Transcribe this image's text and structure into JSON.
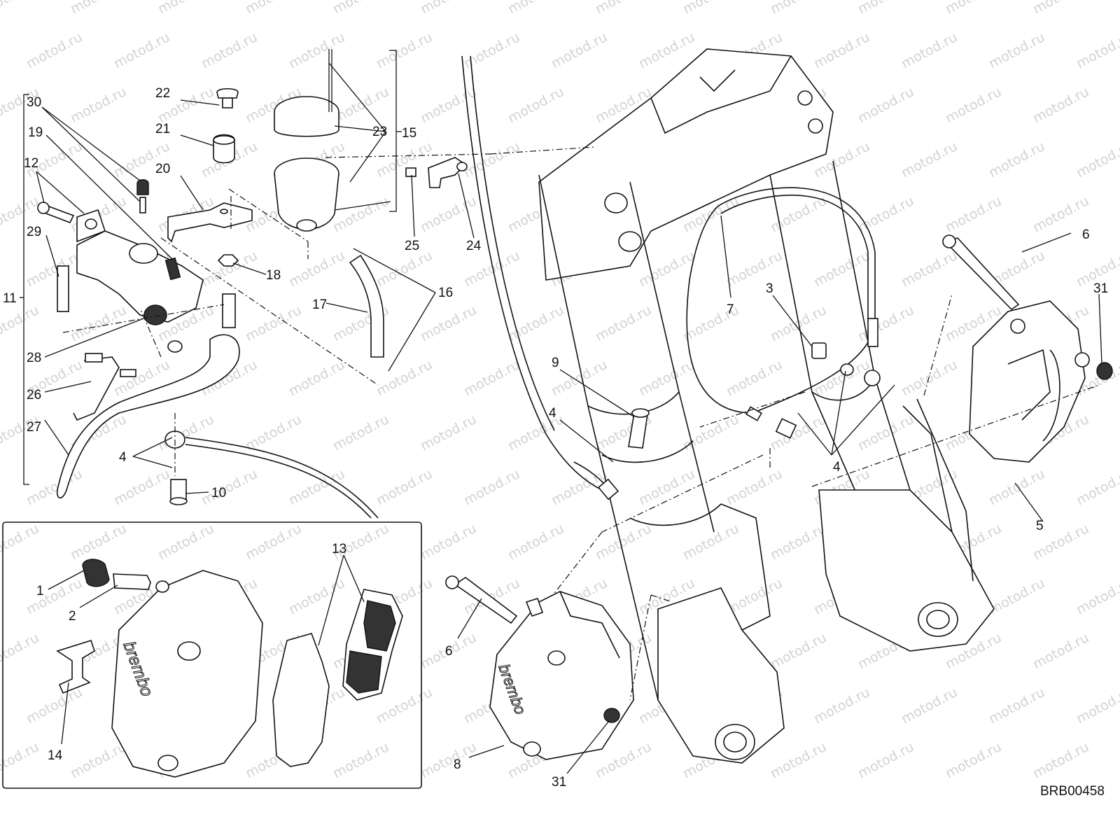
{
  "watermark": "motod.ru",
  "drawing_code": "BRB00458",
  "callouts": {
    "c1": "1",
    "c2": "2",
    "c3": "3",
    "c4a": "4",
    "c4b": "4",
    "c4c": "4",
    "c5": "5",
    "c6a": "6",
    "c6b": "6",
    "c7": "7",
    "c8": "8",
    "c9": "9",
    "c10": "10",
    "c11": "11",
    "c12": "12",
    "c13": "13",
    "c14": "14",
    "c15": "15",
    "c16": "16",
    "c17": "17",
    "c18": "18",
    "c19": "19",
    "c20": "20",
    "c21": "21",
    "c22": "22",
    "c23": "23",
    "c24": "24",
    "c25": "25",
    "c26": "26",
    "c27": "27",
    "c28": "28",
    "c29": "29",
    "c30": "30",
    "c31a": "31",
    "c31b": "31"
  },
  "caliper_brand": "brembo"
}
